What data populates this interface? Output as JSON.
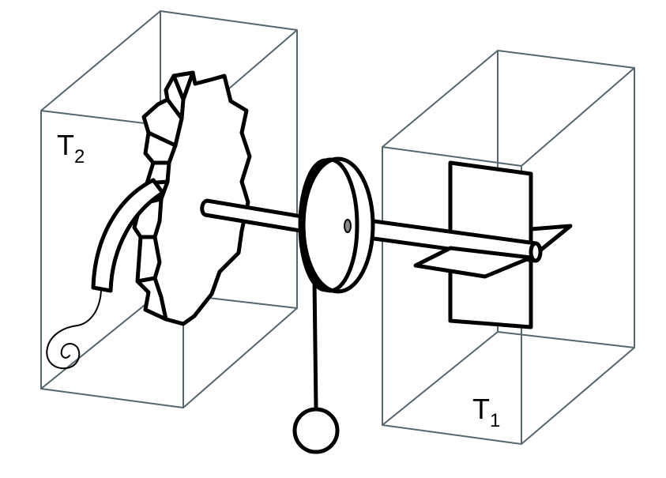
{
  "labels": {
    "t2": {
      "main": "T",
      "sub": "2"
    },
    "t1": {
      "main": "T",
      "sub": "1"
    }
  },
  "colors": {
    "box_edge": "#55666e",
    "ink": "#000000",
    "background": "#ffffff"
  }
}
